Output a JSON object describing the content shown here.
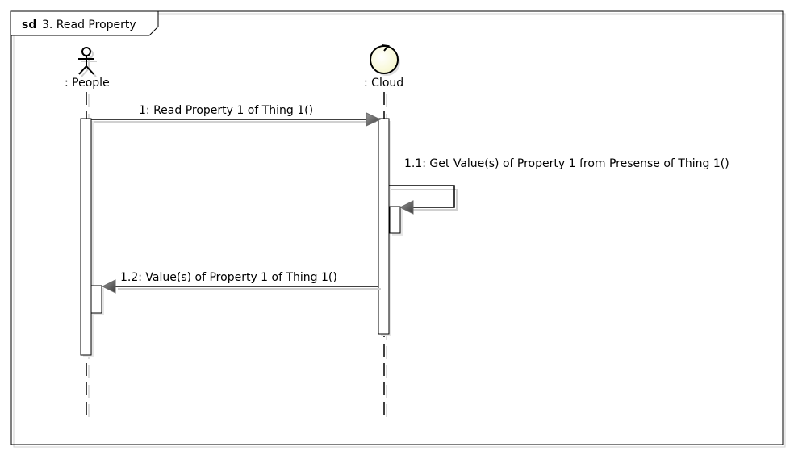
{
  "frame": {
    "keyword": "sd",
    "title": "3. Read Property"
  },
  "lifelines": [
    {
      "name": ": People",
      "icon": "actor-stick-figure-icon"
    },
    {
      "name": ": Cloud",
      "icon": "control-class-circle-icon"
    }
  ],
  "messages": [
    {
      "number": "1",
      "label": "1: Read Property 1 of Thing 1()",
      "kind": "synchronous-call"
    },
    {
      "number": "1.1",
      "label": "1.1: Get Value(s) of Property 1 from Presense of Thing 1()",
      "kind": "self-call"
    },
    {
      "number": "1.2",
      "label": "1.2: Value(s) of Property 1 of Thing 1()",
      "kind": "call"
    }
  ],
  "colors": {
    "line": "#000000",
    "shadow": "#d0d0d0",
    "control_fill": "#ffffd8",
    "arrow_fill": "#606060"
  }
}
